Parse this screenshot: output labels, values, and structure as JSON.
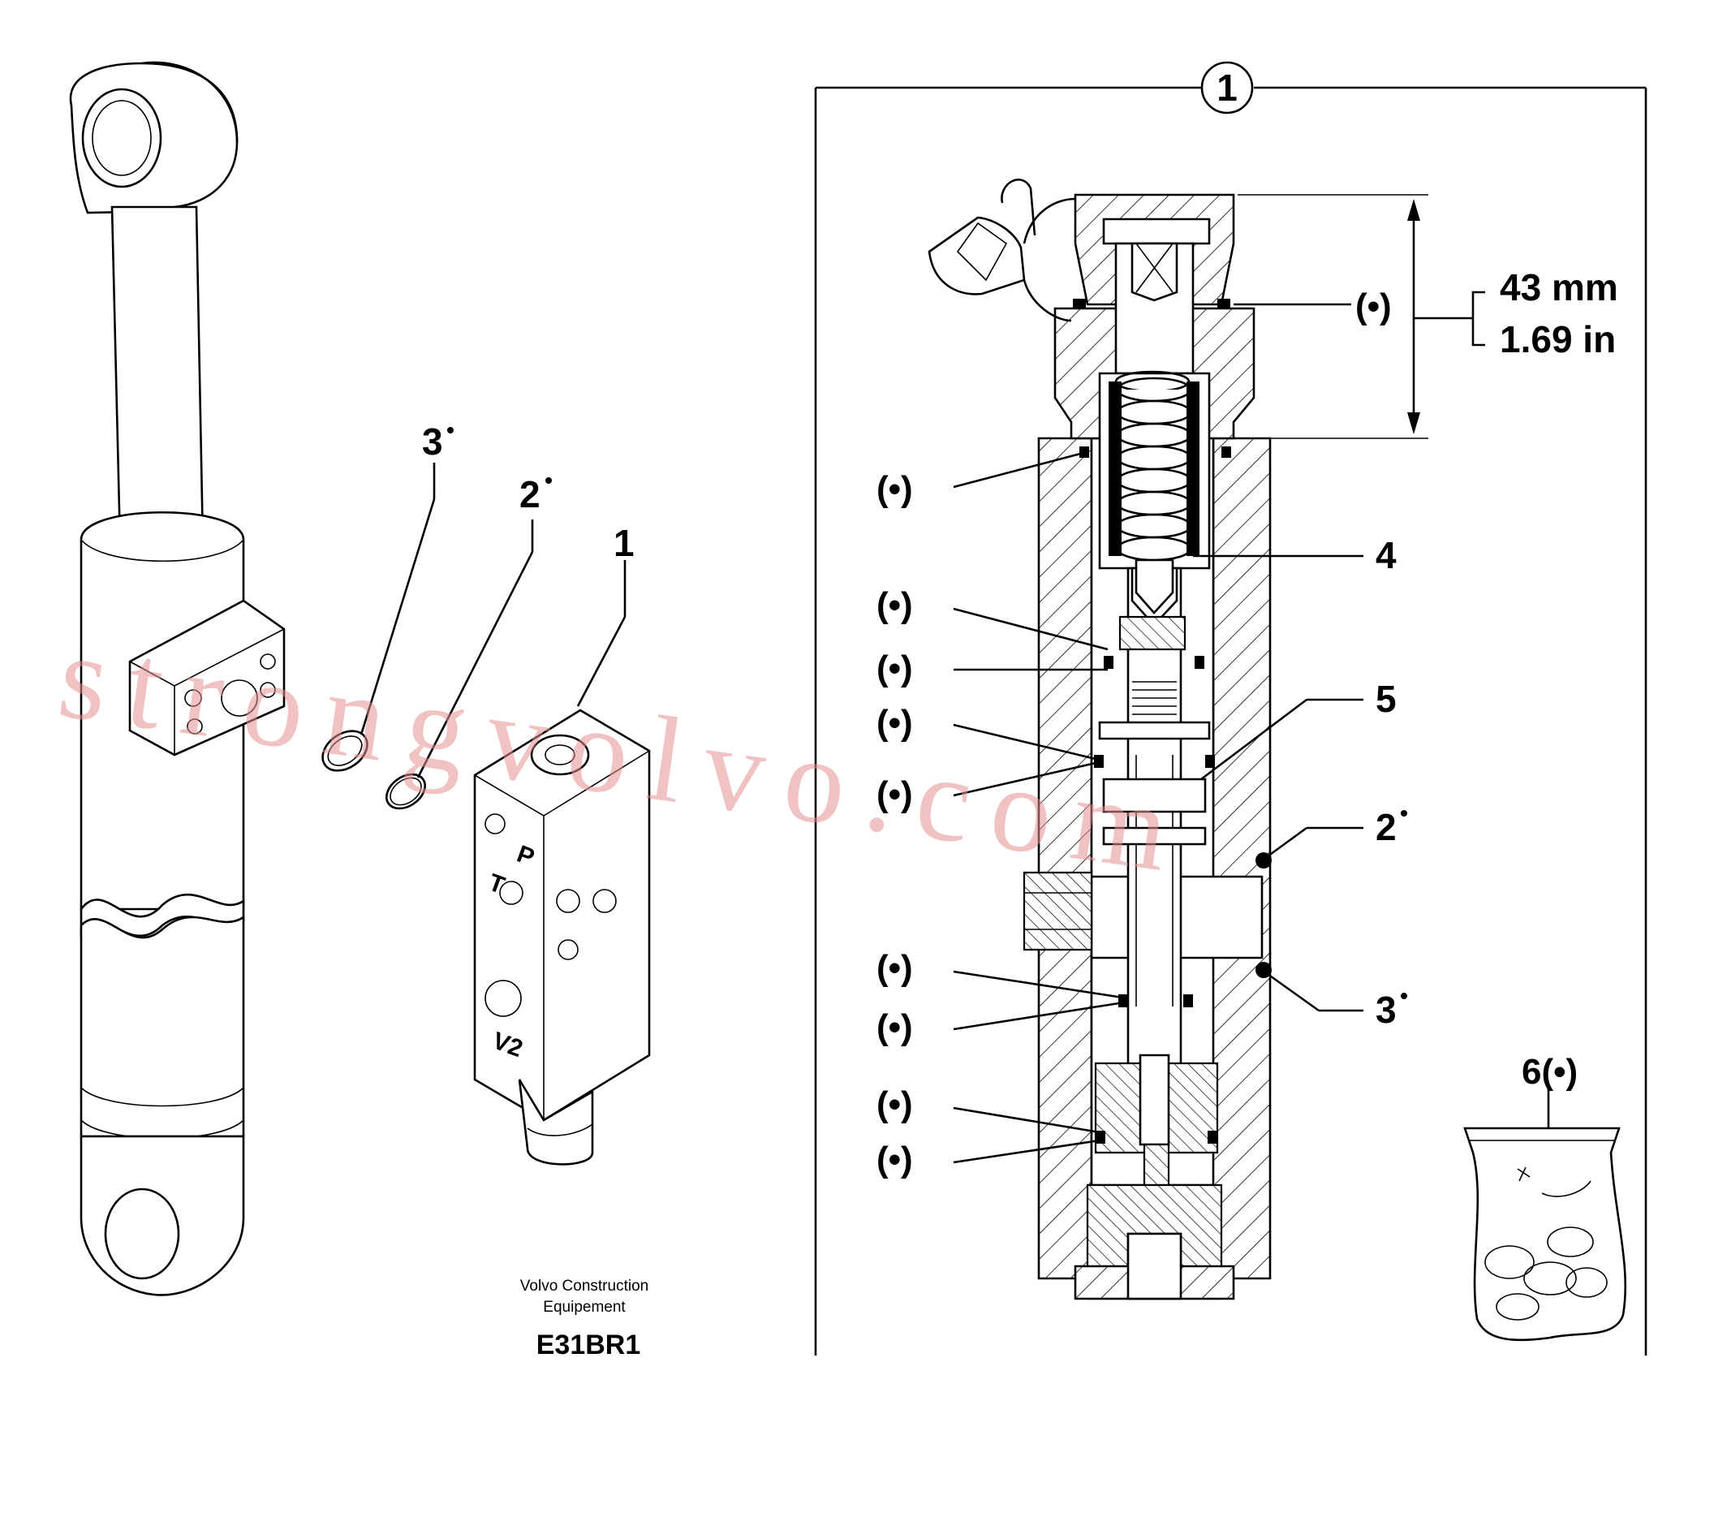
{
  "assembly": {
    "frame_callout": "1",
    "dimension": {
      "metric": "43 mm",
      "imperial": "1.69 in",
      "callout": "(•)"
    },
    "callouts_left": [
      "(•)",
      "(•)",
      "(•)",
      "(•)",
      "(•)",
      "(•)",
      "(•)",
      "(•)",
      "(•)"
    ],
    "callouts_right": {
      "spring": "4",
      "piston": "5",
      "oring_upper": "2",
      "oring_lower": "3"
    },
    "seal_kit": "6(•)"
  },
  "exploded": {
    "valve_callout": "1",
    "oring_2": "2",
    "oring_3": "3",
    "port_labels": {
      "p": "P",
      "t": "T",
      "v2": "V2"
    }
  },
  "credit": {
    "line1": "Volvo Construction",
    "line2": "Equipement",
    "code": "E31BR1"
  },
  "watermark": "strongvolvo.com",
  "colors": {
    "watermark": "#e59090",
    "line": "#000000"
  }
}
